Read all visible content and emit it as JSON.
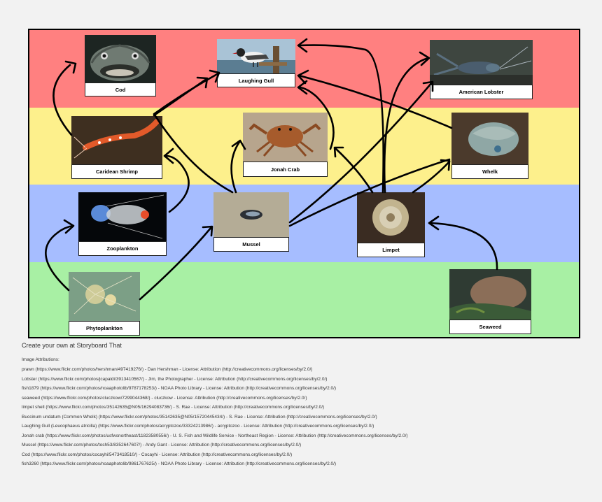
{
  "cards": {
    "cod": {
      "label": "Cod"
    },
    "gull": {
      "label": "Laughing Gull"
    },
    "lobster": {
      "label": "American Lobster"
    },
    "shrimp": {
      "label": "Caridean Shrimp"
    },
    "crab": {
      "label": "Jonah Crab"
    },
    "whelk": {
      "label": "Whelk"
    },
    "zooplankton": {
      "label": "Zooplankton"
    },
    "mussel": {
      "label": "Mussel"
    },
    "limpet": {
      "label": "Limpet"
    },
    "phytoplankton": {
      "label": "Phytoplankton"
    },
    "seaweed": {
      "label": "Seaweed"
    }
  },
  "colors": {
    "tier_top": "#ff8080",
    "tier_second": "#fdf08c",
    "tier_third": "#a6bdff",
    "tier_producers": "#a8f0a4"
  },
  "footer": {
    "title": "Create your own at Storyboard That",
    "heading": "Image Attributions:",
    "attributions": [
      "prawn (https://www.flickr.com/photos/hershman/497419276/) - Dan Hershman - License: Attribution (http://creativecommons.org/licenses/by/2.0/)",
      "Lobster (https://www.flickr.com/photos/jcapaldi/3913410567/) - Jim, the Photographer - License: Attribution (http://creativecommons.org/licenses/by/2.0/)",
      "fish1879 (https://www.flickr.com/photos/noaaphotolib/9787178253/) - NOAA Photo Library - License: Attribution (http://creativecommons.org/licenses/by/2.0/)",
      "seaweed (https://www.flickr.com/photos/cluczkow/7299044368/) - cluczkow - License: Attribution (http://creativecommons.org/licenses/by/2.0/)",
      "limpet shell (https://www.flickr.com/photos/35142635@N05/16294083736/) - S. Rae - License: Attribution (http://creativecommons.org/licenses/by/2.0/)",
      "Buccinum undatum (Common Whelk) (https://www.flickr.com/photos/35142635@N05/15720445434/) - S. Rae - License: Attribution (http://creativecommons.org/licenses/by/2.0/)",
      "Laughing Gull (Leucophaeus atricilla) (https://www.flickr.com/photos/acryptozoo/33324213986/) - acryptozoo - License: Attribution (http://creativecommons.org/licenses/by/2.0/)",
      "Jonah crab (https://www.flickr.com/photos/usfwsnortheast/11823580556/) - U. S. Fish and Wildlife Service - Northeast Region - License: Attribution (http://creativecommons.org/licenses/by/2.0/)",
      "Mussel (https://www.flickr.com/photos/tosh53/8352647607/) - Andy Gant - License: Attribution (http://creativecommons.org/licenses/by/2.0/)",
      "Cod (https://www.flickr.com/photos/cocayhi/5473418510/) - Cocayhi - License: Attribution (http://creativecommons.org/licenses/by/2.0/)",
      "fish3260 (https://www.flickr.com/photos/noaaphotolib/9861767625/) - NOAA Photo Library - License: Attribution (http://creativecommons.org/licenses/by/2.0/)"
    ]
  }
}
